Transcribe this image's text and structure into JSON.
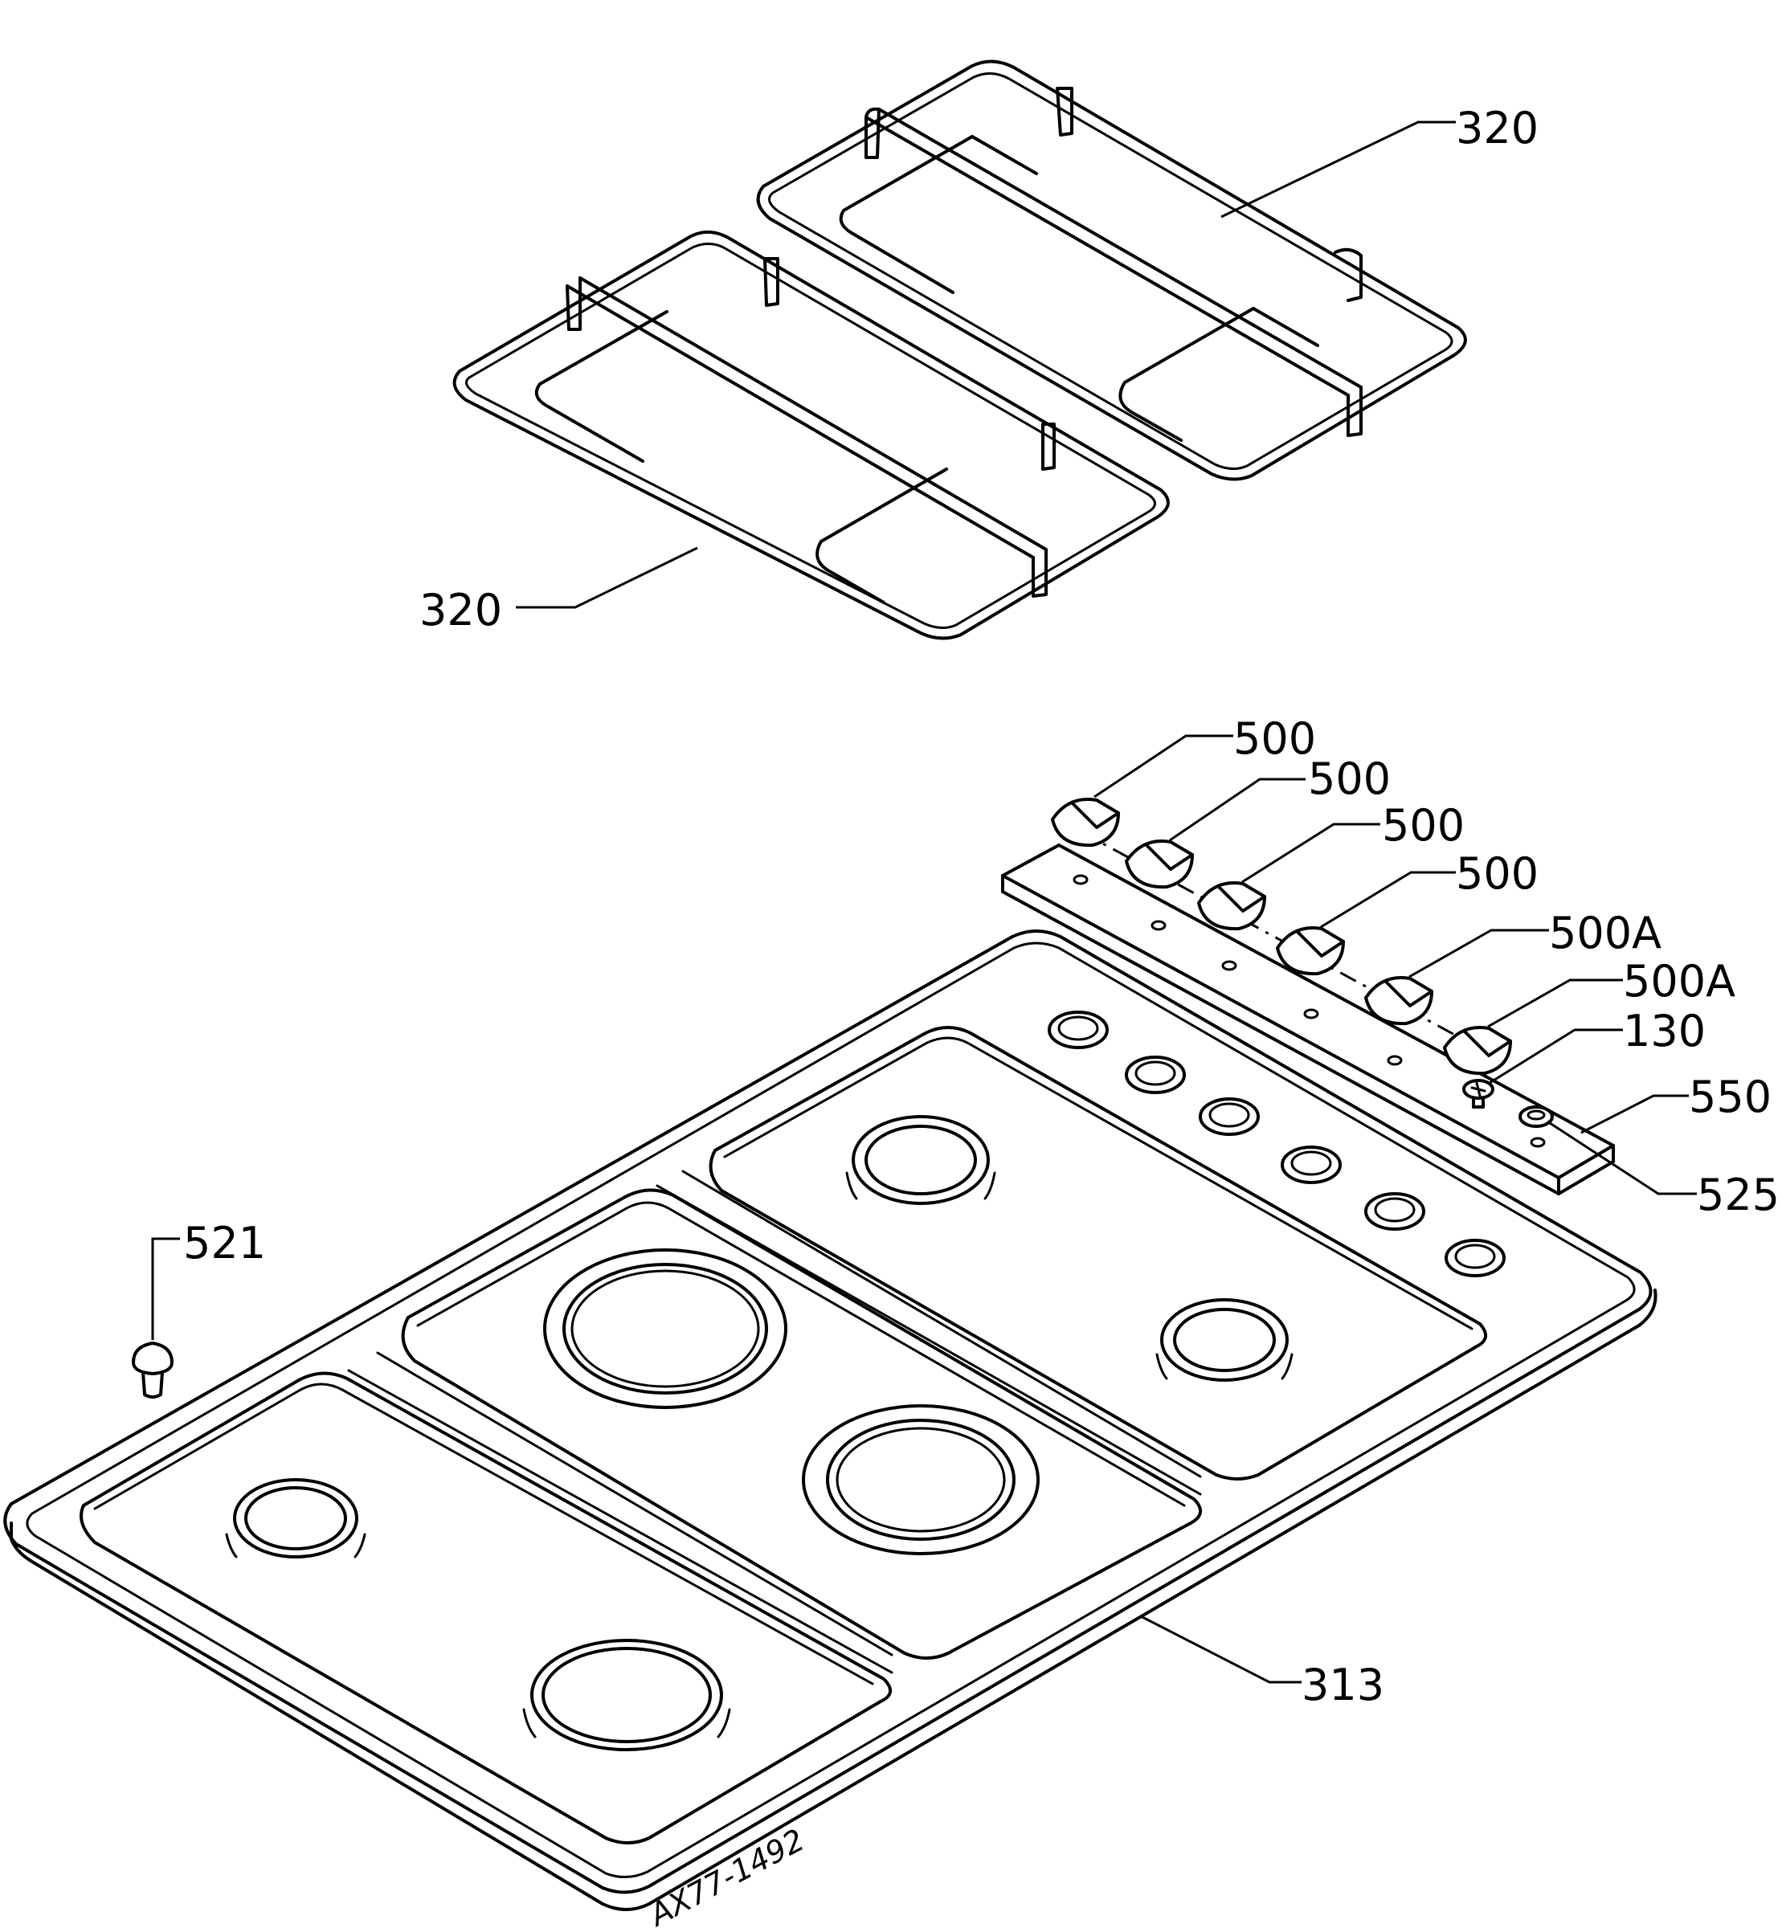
{
  "labels": {
    "grid_upper": "320",
    "grid_lower": "320",
    "knob_1": "500",
    "knob_2": "500",
    "knob_3": "500",
    "knob_4": "500",
    "knob_5": "500A",
    "knob_6": "500A",
    "screw": "130",
    "panel": "550",
    "spark_button": "525",
    "foot": "521",
    "hob": "313"
  },
  "drawing_code": "AX77-1492"
}
